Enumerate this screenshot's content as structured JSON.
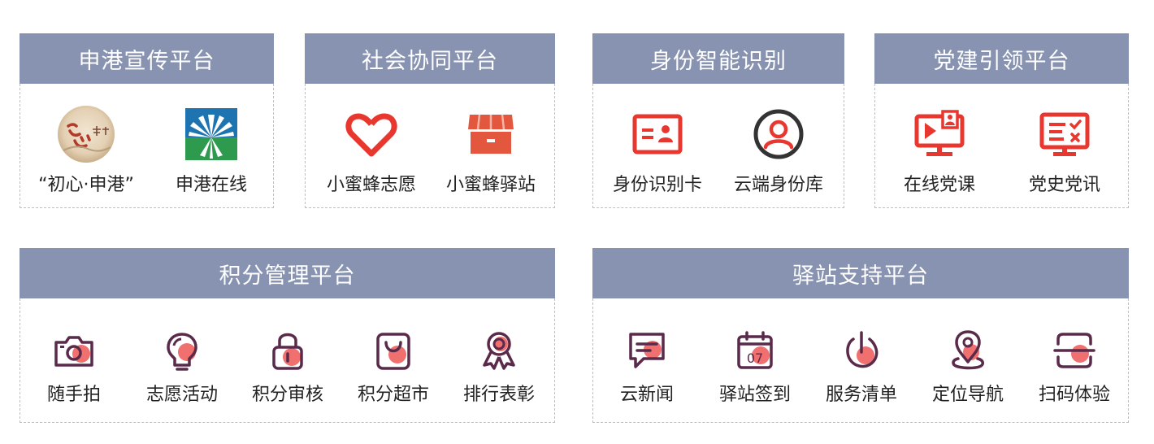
{
  "colors": {
    "header_bg": "#8793b1",
    "header_text": "#ffffff",
    "accent_red": "#e8372f",
    "icon_outline": "#5a2a4a",
    "icon_fill": "#f07070"
  },
  "panels": {
    "p1": {
      "title": "申港宣传平台",
      "items": [
        {
          "label": "“初心·申港”",
          "icon": "chuxin-logo-icon"
        },
        {
          "label": "申港在线",
          "icon": "shengang-online-logo-icon"
        }
      ]
    },
    "p2": {
      "title": "社会协同平台",
      "items": [
        {
          "label": "小蜜蜂志愿",
          "icon": "heart-hand-icon"
        },
        {
          "label": "小蜜蜂驿站",
          "icon": "store-icon"
        }
      ]
    },
    "p3": {
      "title": "身份智能识别",
      "items": [
        {
          "label": "身份识别卡",
          "icon": "id-card-icon"
        },
        {
          "label": "云端身份库",
          "icon": "user-circle-icon"
        }
      ]
    },
    "p4": {
      "title": "党建引领平台",
      "items": [
        {
          "label": "在线党课",
          "icon": "video-lesson-icon"
        },
        {
          "label": "党史党讯",
          "icon": "document-screen-icon"
        }
      ]
    },
    "p5": {
      "title": "积分管理平台",
      "items": [
        {
          "label": "随手拍",
          "icon": "camera-icon"
        },
        {
          "label": "志愿活动",
          "icon": "lightbulb-icon"
        },
        {
          "label": "积分审核",
          "icon": "lock-icon"
        },
        {
          "label": "积分超市",
          "icon": "shopping-bag-icon"
        },
        {
          "label": "排行表彰",
          "icon": "award-ribbon-icon"
        }
      ]
    },
    "p6": {
      "title": "驿站支持平台",
      "items": [
        {
          "label": "云新闻",
          "icon": "message-icon"
        },
        {
          "label": "驿站签到",
          "icon": "calendar-icon",
          "calendar_day": "07"
        },
        {
          "label": "服务清单",
          "icon": "power-icon"
        },
        {
          "label": "定位导航",
          "icon": "location-pin-icon"
        },
        {
          "label": "扫码体验",
          "icon": "scan-icon"
        }
      ]
    }
  }
}
